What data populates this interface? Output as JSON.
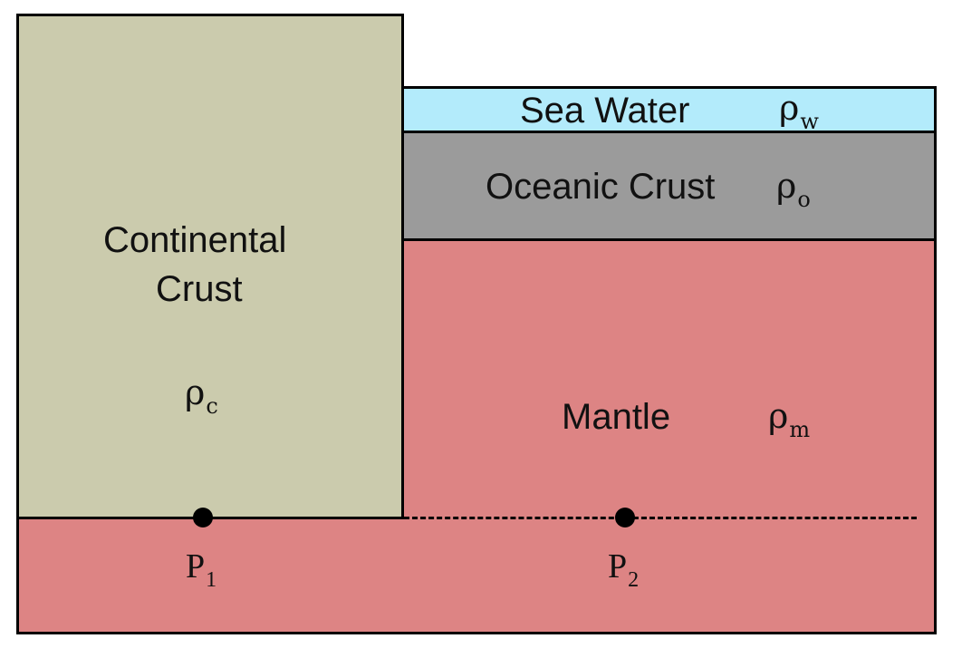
{
  "colors": {
    "continental_crust": "#cbcbad",
    "sea_water": "#b3ebfb",
    "oceanic_crust": "#9b9b9b",
    "mantle": "#dd8484",
    "outline": "#000000",
    "point": "#000000"
  },
  "layers": {
    "continental_crust": {
      "label_line1": "Continental",
      "label_line2": "Crust",
      "density_symbol": "ρ",
      "density_sub": "c"
    },
    "sea_water": {
      "label": "Sea Water",
      "density_symbol": "ρ",
      "density_sub": "w"
    },
    "oceanic_crust": {
      "label": "Oceanic Crust",
      "density_symbol": "ρ",
      "density_sub": "o"
    },
    "mantle": {
      "label": "Mantle",
      "density_symbol": "ρ",
      "density_sub": "m"
    }
  },
  "points": {
    "p1": {
      "letter": "P",
      "sub": "1"
    },
    "p2": {
      "letter": "P",
      "sub": "2"
    }
  },
  "compensation_line": {
    "style": "dashed"
  }
}
